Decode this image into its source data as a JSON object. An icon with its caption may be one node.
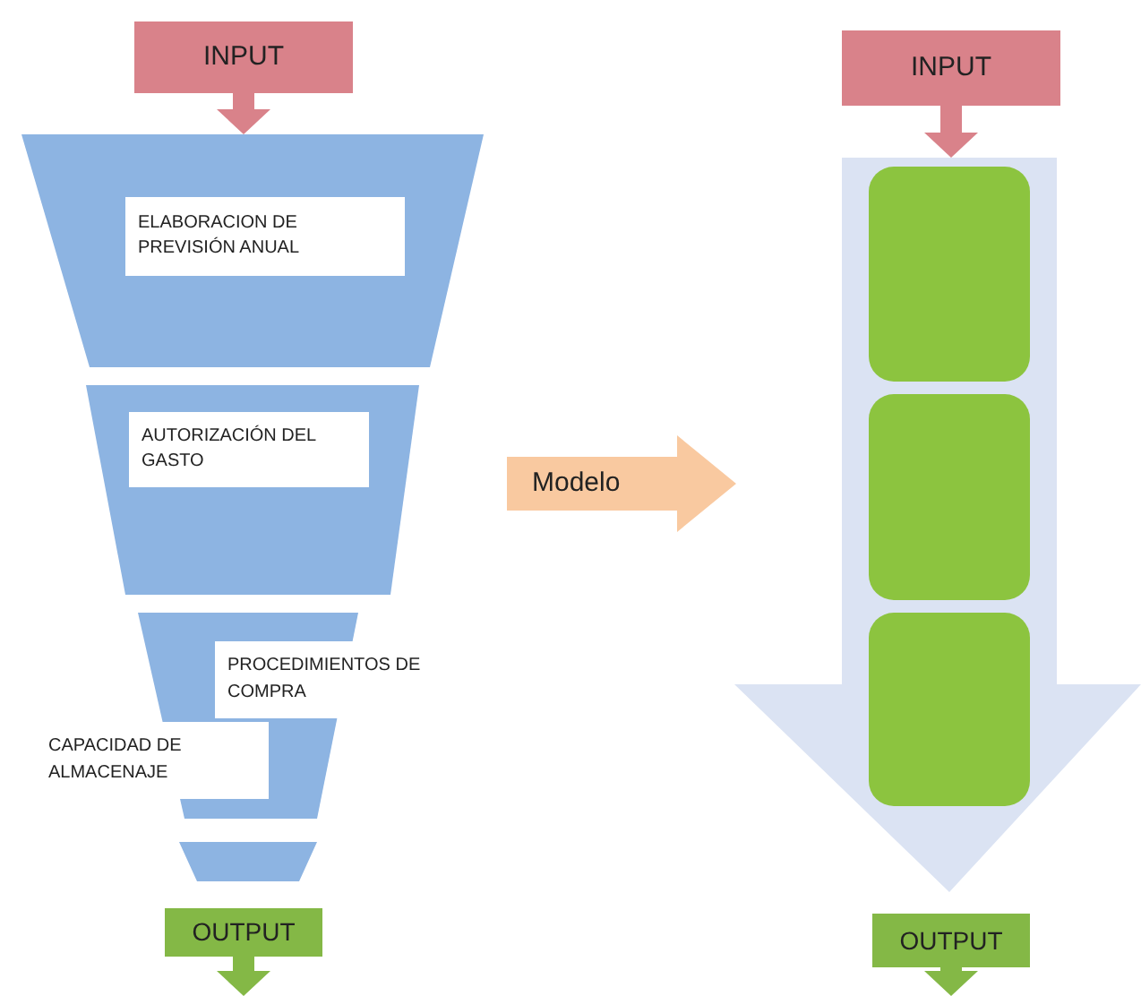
{
  "diagram": {
    "nodes": [
      {
        "text": [
          "INPUT"
        ]
      },
      {
        "text": [],
        "shape": "trapezoid"
      },
      {
        "text": [
          "ELABORACION DE PREVISIÓN ANUAL"
        ],
        "in": 1
      },
      {
        "text": [],
        "shape": "trapezoid"
      },
      {
        "text": [
          "AUTORIZACIÓN DEL GASTO"
        ],
        "in": 3
      },
      {
        "text": [],
        "shape": "trapezoid"
      },
      {
        "text": [
          "PROCEDIMIENTOS DE COMPRA"
        ]
      },
      {
        "text": [
          "CAPACIDAD DE ALMACENAJE"
        ]
      },
      {
        "text": [],
        "shape": "trapezoid"
      },
      {
        "text": [
          "OUTPUT"
        ]
      },
      {
        "text": [
          "Modelo"
        ]
      },
      {
        "text": [
          "INPUT"
        ]
      },
      {
        "text": [],
        "shape": "arrow"
      },
      {
        "text": [],
        "shape": "box",
        "in": 12
      },
      {
        "text": [],
        "shape": "box",
        "in": 12
      },
      {
        "text": [],
        "shape": "box",
        "in": 12
      },
      {
        "text": [
          "OUTPUT"
        ]
      }
    ],
    "edges": [
      {
        "from": 0,
        "to": 1,
        "arrow": "to",
        "color": "#d9828a"
      },
      {
        "from": 9,
        "to": null,
        "arrow": "to",
        "color": "#84b846"
      },
      {
        "from": 11,
        "to": 12,
        "arrow": "to",
        "color": "#d9828a"
      },
      {
        "from": 16,
        "to": null,
        "arrow": "to",
        "color": "#84b846"
      }
    ]
  }
}
